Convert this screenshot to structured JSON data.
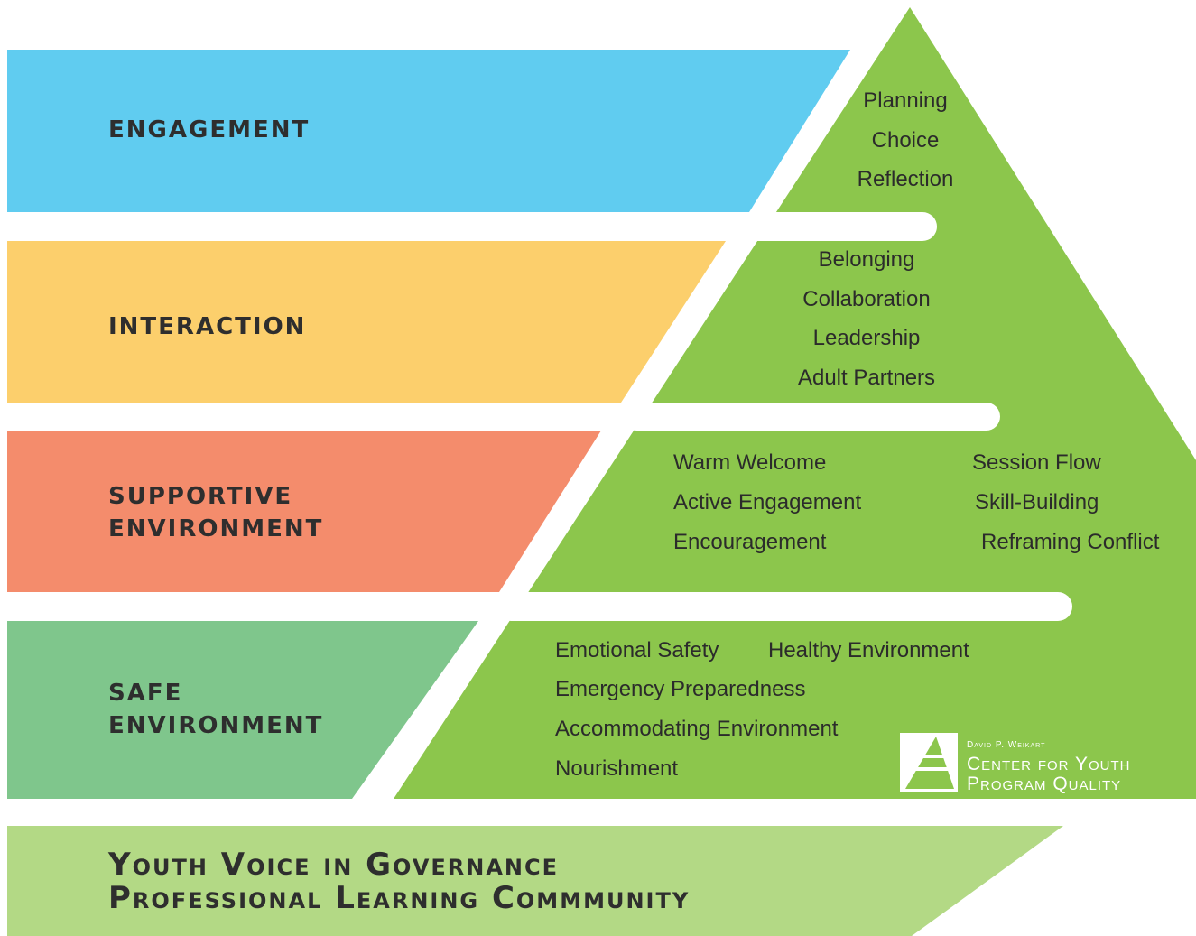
{
  "colors": {
    "engagement": "#60ccf0",
    "interaction": "#fccf6c",
    "supportive": "#f48c6c",
    "safe": "#7fc68c",
    "pyramid": "#8cc64c",
    "base": "#b3d985"
  },
  "levels": [
    {
      "id": "engagement",
      "label_lines": [
        "ENGAGEMENT"
      ],
      "items": [
        "Planning",
        "Choice",
        "Reflection"
      ]
    },
    {
      "id": "interaction",
      "label_lines": [
        "INTERACTION"
      ],
      "items": [
        "Belonging",
        "Collaboration",
        "Leadership",
        "Adult Partners"
      ]
    },
    {
      "id": "supportive",
      "label_lines": [
        "SUPPORTIVE",
        "ENVIRONMENT"
      ],
      "items": [
        "Warm Welcome",
        "Active Engagement",
        "Encouragement",
        "Session Flow",
        "Skill-Building",
        "Reframing Conflict"
      ]
    },
    {
      "id": "safe",
      "label_lines": [
        "SAFE",
        "ENVIRONMENT"
      ],
      "items": [
        "Emotional Safety",
        "Healthy Environment",
        "Emergency Preparedness",
        "Accommodating Environment",
        "Nourishment"
      ]
    }
  ],
  "base": {
    "lines": [
      "Youth Voice in Governance",
      "Professional Learning Commmunity"
    ]
  },
  "logo": {
    "small": "David P. Weikart",
    "line1": "Center for Youth",
    "line2": "Program Quality",
    "icon": "pyramid-logo-icon"
  }
}
